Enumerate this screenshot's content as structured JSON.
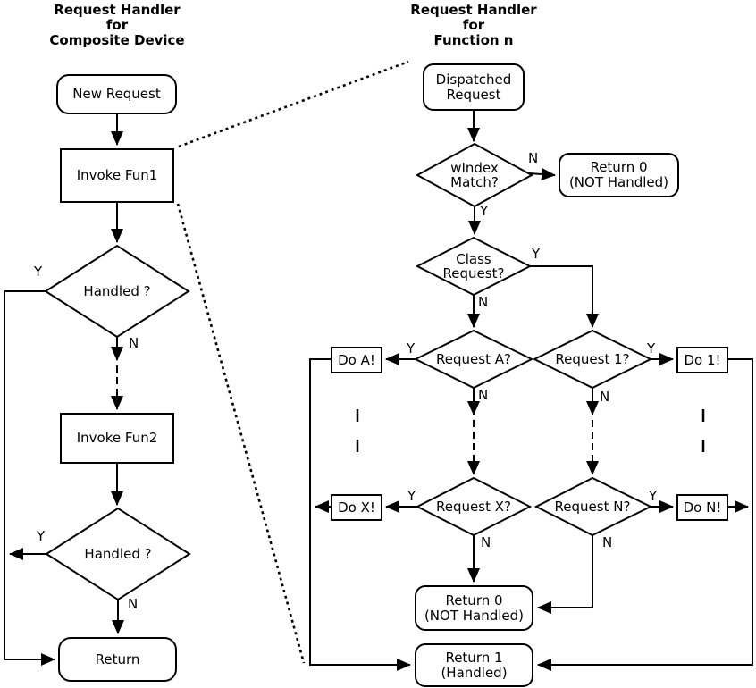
{
  "left_flow": {
    "title": "Request Handler\nfor\nComposite Device",
    "nodes": {
      "new_request": "New Request",
      "invoke_fun1": "Invoke Fun1",
      "handled1": "Handled ?",
      "invoke_fun2": "Invoke Fun2",
      "handled2": "Handled ?",
      "return_node": "Return"
    },
    "edge_labels": {
      "handled1_yes": "Y",
      "handled1_no": "N",
      "handled2_yes": "Y",
      "handled2_no": "N"
    }
  },
  "right_flow": {
    "title": "Request Handler\nfor\nFunction n",
    "nodes": {
      "dispatched_request": "Dispatched\nRequest",
      "windex_match": "wIndex\nMatch?",
      "return0_top": "Return 0\n(NOT Handled)",
      "class_request": "Class\nRequest?",
      "request_a": "Request A?",
      "request_1": "Request 1?",
      "do_a": "Do A!",
      "do_1": "Do 1!",
      "request_x": "Request X?",
      "request_n": "Request N?",
      "do_x": "Do X!",
      "do_n": "Do N!",
      "return0_bottom": "Return 0\n(NOT Handled)",
      "return1": "Return 1\n(Handled)"
    },
    "edge_labels": {
      "windex_no": "N",
      "windex_yes": "Y",
      "class_yes": "Y",
      "class_no": "N",
      "request_a_yes": "Y",
      "request_a_no": "N",
      "request_1_yes": "Y",
      "request_1_no": "N",
      "request_x_yes": "Y",
      "request_x_no": "N",
      "request_n_yes": "Y",
      "request_n_no": "N"
    }
  },
  "colors": {
    "line": "#000000",
    "background": "#ffffff",
    "text": "#000000"
  }
}
